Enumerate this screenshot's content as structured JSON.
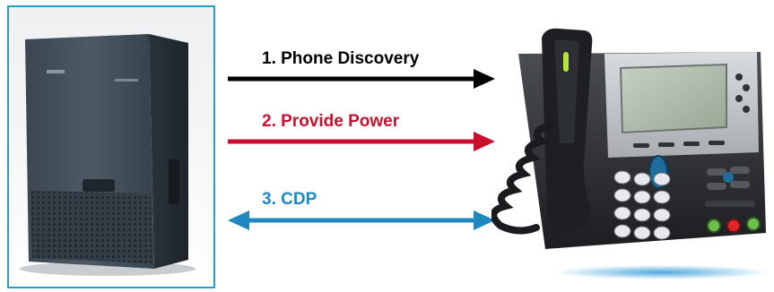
{
  "steps": [
    {
      "number": "1.",
      "text": "Phone Discovery",
      "label": "1.  Phone Discovery",
      "color": "#000000",
      "direction": "right"
    },
    {
      "number": "2.",
      "text": "Provide Power",
      "label": "2. Provide Power",
      "color": "#c8102e",
      "direction": "right"
    },
    {
      "number": "3.",
      "text": "CDP",
      "label": "3. CDP",
      "color": "#1f88c0",
      "direction": "both"
    }
  ],
  "devices": {
    "left": {
      "icon": "network-switch-icon",
      "frame_color": "#2a9bc9"
    },
    "right": {
      "icon": "ip-phone-icon"
    }
  }
}
